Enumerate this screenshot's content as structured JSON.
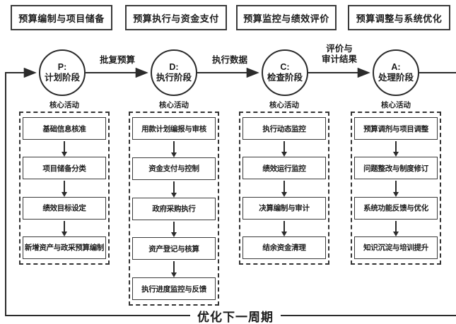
{
  "header_boxes": [
    "预算编制与项目储备",
    "预算执行与资金支付",
    "预算监控与绩效评价",
    "预算调整与系统优化"
  ],
  "stages": [
    {
      "letter": "P:",
      "name": "计划阶段"
    },
    {
      "letter": "D:",
      "name": "执行阶段"
    },
    {
      "letter": "C:",
      "name": "检查阶段"
    },
    {
      "letter": "A:",
      "name": "处理阶段"
    }
  ],
  "transitions": [
    {
      "line1": "批复预算",
      "line2": ""
    },
    {
      "line1": "执行数据",
      "line2": ""
    },
    {
      "line1": "评价与",
      "line2": "审计结果"
    }
  ],
  "core_activities_label": "核心活动",
  "columns": [
    {
      "stage": "P",
      "items": [
        "基础信息核准",
        "项目储备分类",
        "绩效目标设定",
        "新增资产与政采预算编制"
      ]
    },
    {
      "stage": "D",
      "items": [
        "用款计划编报与审核",
        "资金支付与控制",
        "政府采购执行",
        "资产登记与核算",
        "执行进度监控与反馈"
      ]
    },
    {
      "stage": "C",
      "items": [
        "执行动态监控",
        "绩效运行监控",
        "决算编制与审计",
        "结余资金清理"
      ]
    },
    {
      "stage": "A",
      "items": [
        "预算调剂与项目调整",
        "问题整改与制度修订",
        "系统功能反馈与优化",
        "知识沉淀与培训提升"
      ]
    }
  ],
  "feedback_loop_label": "优化下一周期",
  "colors": {
    "stroke": "#2b2b2b",
    "text": "#1c1c1c",
    "background": "#ffffff"
  }
}
